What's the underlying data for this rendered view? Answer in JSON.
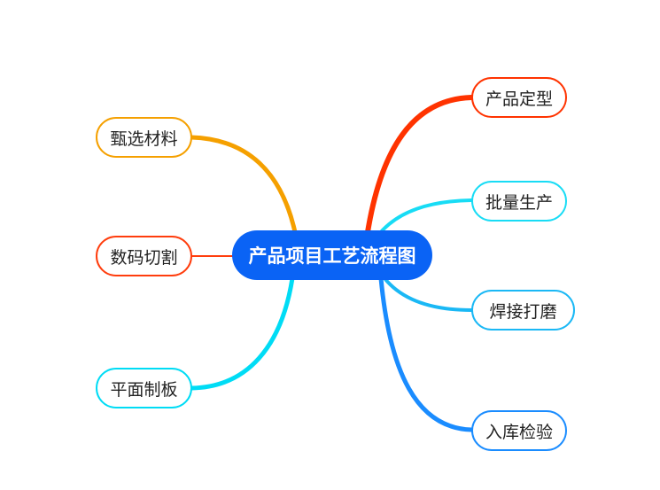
{
  "root": {
    "label": "产品项目工艺流程图",
    "color": "#0a63f5"
  },
  "branches": [
    {
      "label": "甄选材料",
      "color": "#f5a000"
    },
    {
      "label": "数码切割",
      "color": "#ff3d0d"
    },
    {
      "label": "平面制板",
      "color": "#00dcf5"
    },
    {
      "label": "产品定型",
      "color": "#ff3300"
    },
    {
      "label": "批量生产",
      "color": "#18dcf5"
    },
    {
      "label": "焊接打磨",
      "color": "#1ab8f5"
    },
    {
      "label": "入库检验",
      "color": "#1a8cff"
    }
  ]
}
